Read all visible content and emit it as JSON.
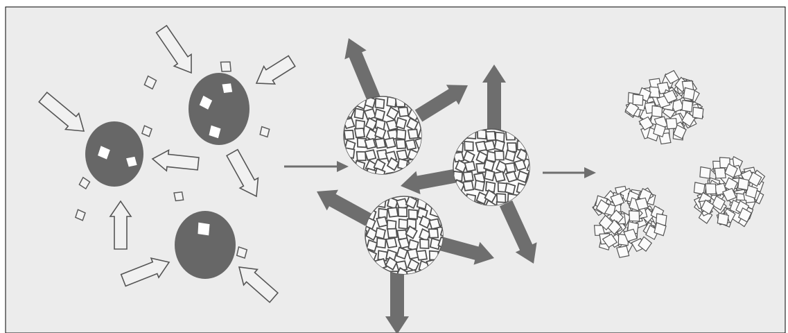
{
  "diagram": {
    "stages": [
      {
        "id": "stage-1",
        "description_visible": false
      },
      {
        "id": "stage-2",
        "description_visible": false
      },
      {
        "id": "stage-3",
        "description_visible": false
      }
    ],
    "colors": {
      "background": "#ececec",
      "border": "#000000",
      "dark_particle": "#676767",
      "outline_arrow_stroke": "#555555",
      "outline_arrow_fill": "#f1f1f1",
      "solid_arrow": "#6e6e6e",
      "connector_arrow": "#6e6e6e",
      "flake_fill": "#fafafa",
      "flake_stroke": "#5a5a5a",
      "cluster_bg": "#ffffff"
    }
  }
}
